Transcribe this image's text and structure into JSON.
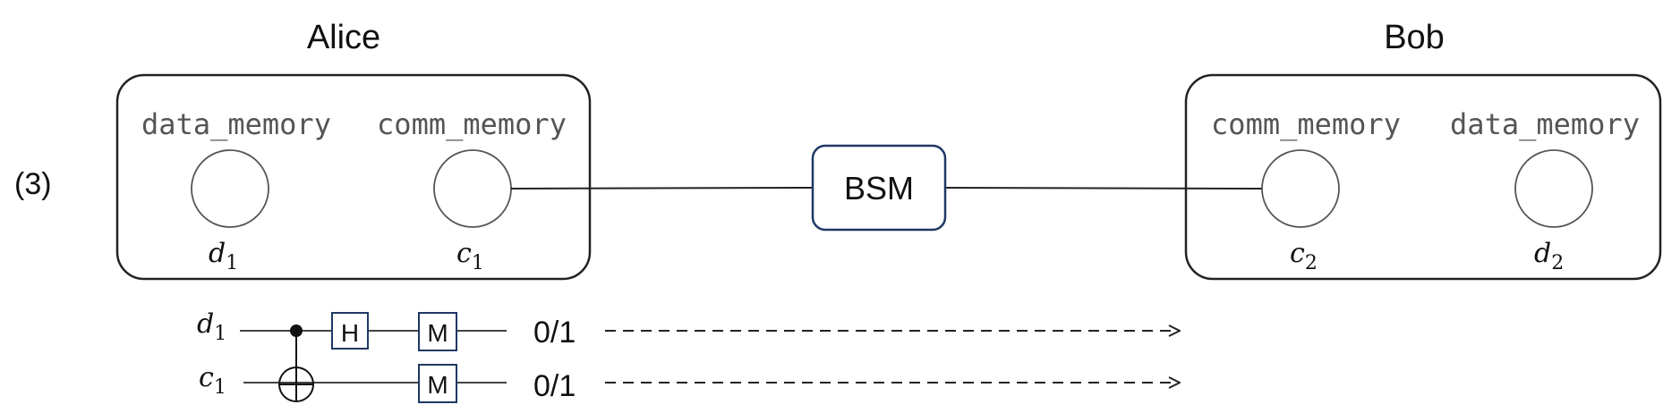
{
  "step_label": "(3)",
  "alice": {
    "title": "Alice",
    "data_memory_label": "data_memory",
    "comm_memory_label": "comm_memory",
    "data_qubit": {
      "base": "d",
      "sub": "1"
    },
    "comm_qubit": {
      "base": "c",
      "sub": "1"
    }
  },
  "bob": {
    "title": "Bob",
    "comm_memory_label": "comm_memory",
    "data_memory_label": "data_memory",
    "comm_qubit": {
      "base": "c",
      "sub": "2"
    },
    "data_qubit": {
      "base": "d",
      "sub": "2"
    }
  },
  "bsm": {
    "label": "BSM"
  },
  "circuit": {
    "wire1": {
      "base": "d",
      "sub": "1"
    },
    "wire2": {
      "base": "c",
      "sub": "1"
    },
    "h_gate": "H",
    "measure1": "M",
    "measure2": "M",
    "outcome1": "0/1",
    "outcome2": "0/1"
  },
  "colors": {
    "line": "#222222",
    "bsm_border": "#1f3864",
    "gate_border": "#1f3864",
    "memory_text": "#555555"
  }
}
